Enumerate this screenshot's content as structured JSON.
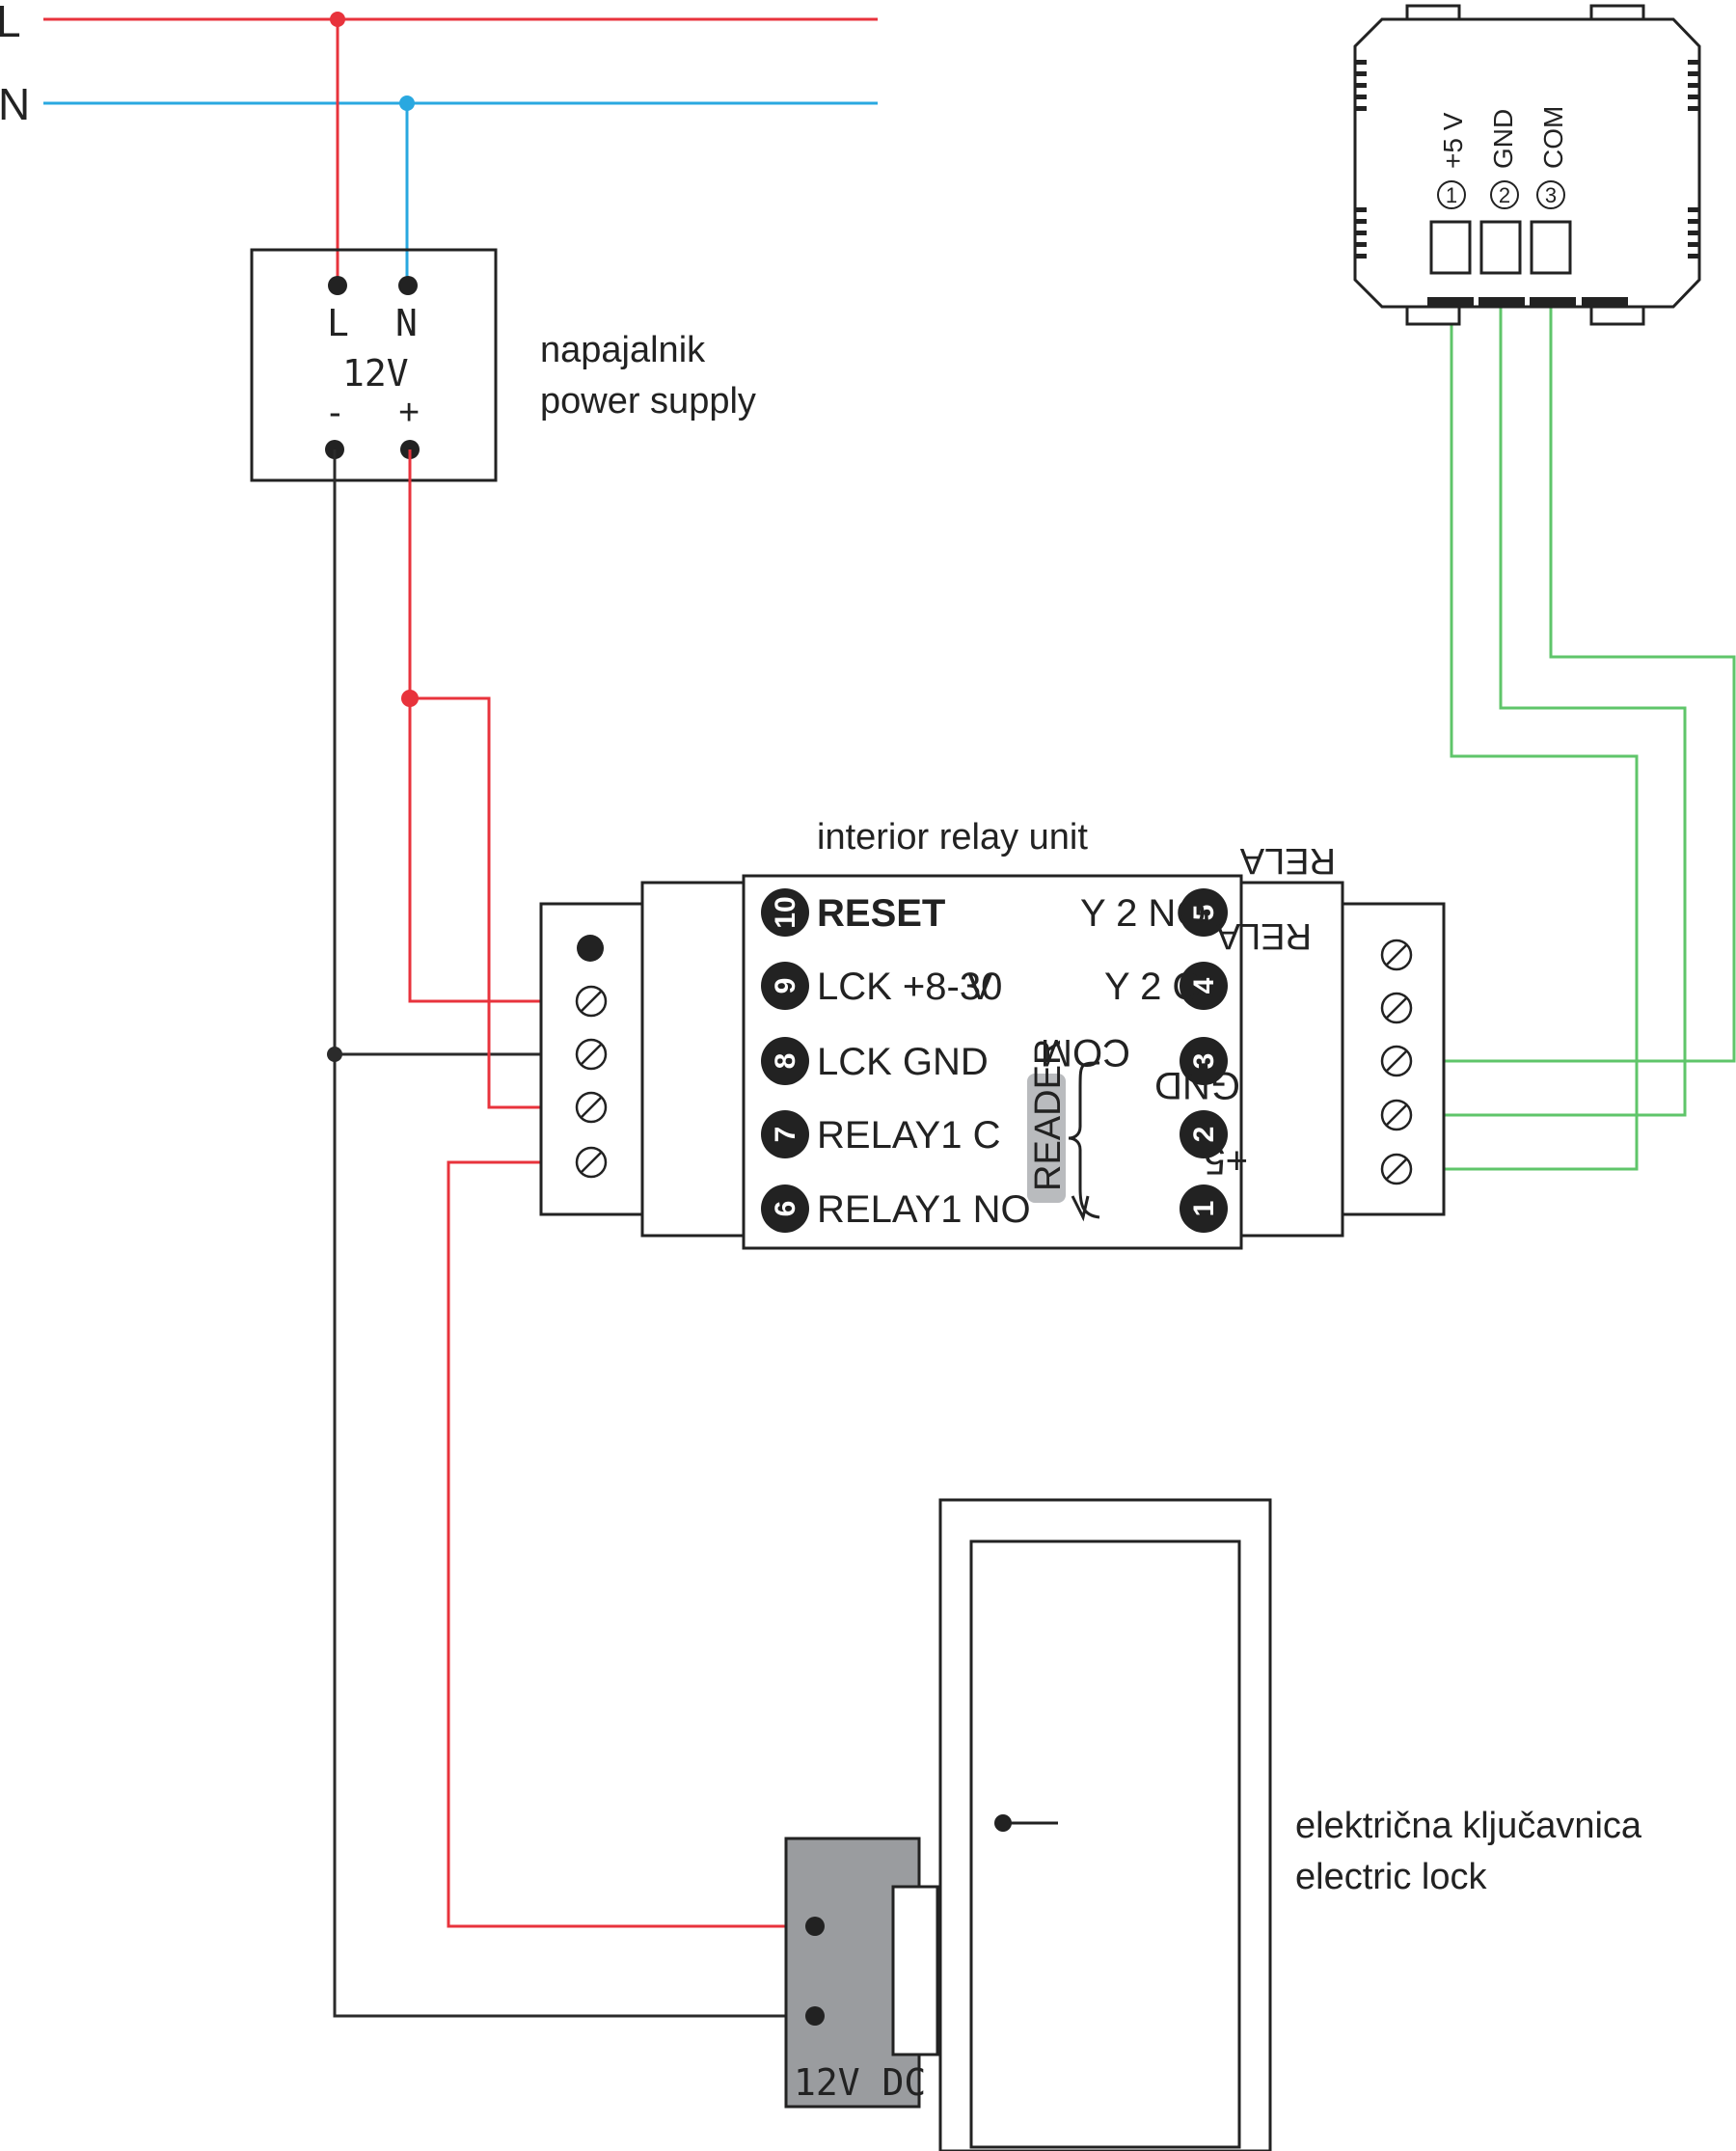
{
  "mains": {
    "line_label": "L",
    "neutral_label": "N"
  },
  "power_supply": {
    "terminal_l": "L",
    "terminal_n": "N",
    "voltage": "12V",
    "terminal_minus": "-",
    "terminal_plus": "+",
    "label_sl": "napajalnik",
    "label_en": "power supply"
  },
  "reader": {
    "pins": [
      {
        "num": "1",
        "name": "+5 V"
      },
      {
        "num": "2",
        "name": "GND"
      },
      {
        "num": "3",
        "name": "COM"
      }
    ]
  },
  "relay_unit": {
    "title": "interior relay unit",
    "left_terminals": [
      {
        "num": "10",
        "label": "RESET"
      },
      {
        "num": "9",
        "label": "LCK +8-30"
      },
      {
        "num": "8",
        "label": "LCK GND"
      },
      {
        "num": "7",
        "label": "RELAY1 C"
      },
      {
        "num": "6",
        "label": "RELAY1 NO"
      }
    ],
    "right_terminals": [
      {
        "num": "5",
        "label": "Y 2 NO"
      },
      {
        "num": "4",
        "label": "Y 2 C"
      },
      {
        "num": "3",
        "label": "COM"
      },
      {
        "num": "2",
        "label": "GND"
      },
      {
        "num": "1",
        "label": "+5"
      }
    ],
    "right_header": "RELA",
    "right_header_2": "RELA",
    "reader_label": "READER",
    "overlap_letter": "V"
  },
  "lock": {
    "voltage": "12V DC",
    "label_sl": "električna ključavnica",
    "label_en": "electric lock"
  },
  "colors": {
    "line": "#e8333c",
    "neutral": "#29a8e0",
    "signal": "#5fc56a",
    "ground": "#2b2b2b",
    "lock_body": "#9a9c9f"
  }
}
